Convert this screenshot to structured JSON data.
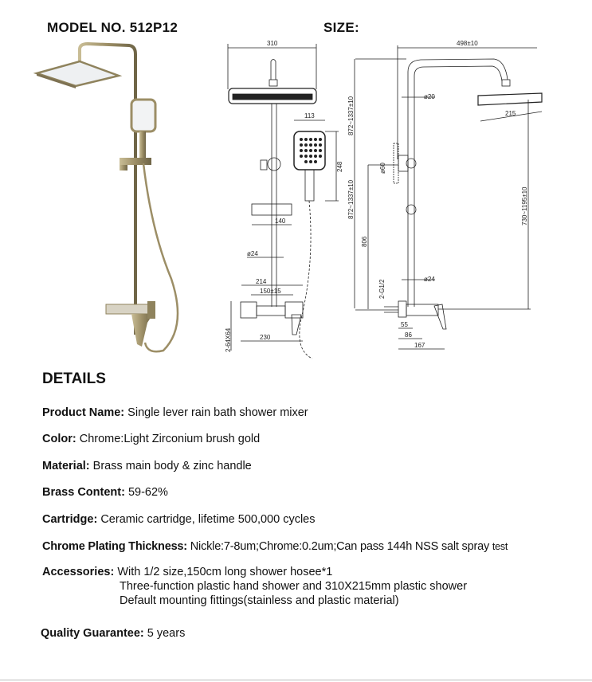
{
  "header": {
    "model": "MODEL NO. 512P12",
    "size": "SIZE:"
  },
  "colors": {
    "finish": "#a89a72",
    "finish_dark": "#6f6547",
    "line": "#222222"
  },
  "drawing_front": {
    "width_head": "310",
    "hand_width": "113",
    "hand_height": "248",
    "height_range": "872~1337±10",
    "holder": "140",
    "pipe_dia": "ø24",
    "mixer_width": "214",
    "centers": "150±15",
    "base_width": "230",
    "flange": "2-64X64"
  },
  "drawing_side": {
    "reach": "498±10",
    "upper_dia": "ø20",
    "head_depth": "215",
    "bracket_dia": "ø60",
    "height_range": "872~1337±10",
    "bracket_height": "806",
    "head_height": "730~1195±10",
    "pipe_dia": "ø24",
    "inlet": "2-G1/2",
    "d55": "55",
    "d86": "86",
    "d167": "167"
  },
  "details": {
    "heading": "DETAILS",
    "items": [
      {
        "label": "Product Name:",
        "value": "Single lever rain bath shower mixer"
      },
      {
        "label": "Color:",
        "value": "Chrome:Light Zirconium brush gold"
      },
      {
        "label": "Material:",
        "value": "Brass main body & zinc handle"
      },
      {
        "label": "Brass Content:",
        "value": "59-62%"
      },
      {
        "label": "Cartridge:",
        "value": "Ceramic cartridge, lifetime 500,000 cycles"
      },
      {
        "label": "Chrome Plating Thickness:",
        "value": "Nickle:7-8um;Chrome:0.2um;Can pass 144h NSS salt spray",
        "value_small": "test"
      }
    ],
    "accessories": {
      "label": "Accessories:",
      "lines": [
        "With 1/2 size,150cm long shower hosee*1",
        "Three-function plastic hand shower and 310X215mm plastic shower",
        "Default mounting fittings(stainless and plastic material)"
      ]
    },
    "guarantee": {
      "label": "Quality Guarantee:",
      "value": "5 years"
    }
  }
}
